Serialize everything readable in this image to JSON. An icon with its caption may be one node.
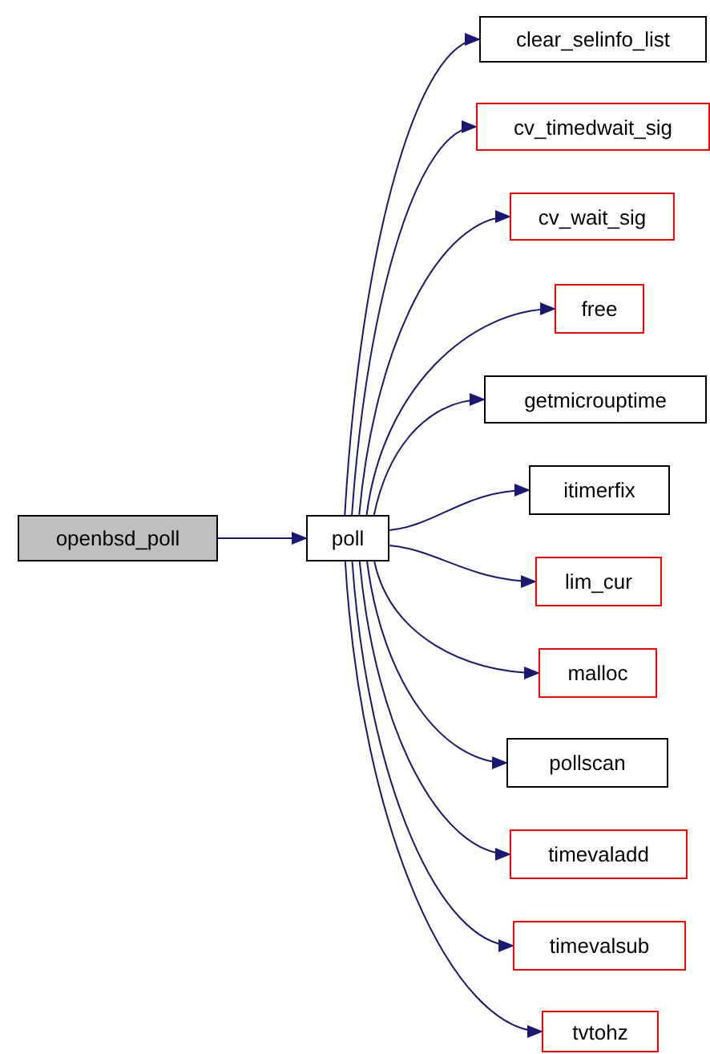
{
  "diagram": {
    "nodes": [
      {
        "text": [
          "openbsd_poll"
        ]
      },
      {
        "text": [
          "poll"
        ]
      },
      {
        "text": [
          "clear_selinfo_list"
        ]
      },
      {
        "text": [
          "cv_timedwait_sig"
        ]
      },
      {
        "text": [
          "cv_wait_sig"
        ]
      },
      {
        "text": [
          "free"
        ]
      },
      {
        "text": [
          "getmicrouptime"
        ]
      },
      {
        "text": [
          "itimerfix"
        ]
      },
      {
        "text": [
          "lim_cur"
        ]
      },
      {
        "text": [
          "malloc"
        ]
      },
      {
        "text": [
          "pollscan"
        ]
      },
      {
        "text": [
          "timevaladd"
        ]
      },
      {
        "text": [
          "timevalsub"
        ]
      },
      {
        "text": [
          "tvtohz"
        ]
      }
    ],
    "edges": [
      {
        "from": 0,
        "to": 1,
        "arrow": "to"
      },
      {
        "from": 1,
        "to": 2,
        "arrow": "to"
      },
      {
        "from": 1,
        "to": 3,
        "arrow": "to"
      },
      {
        "from": 1,
        "to": 4,
        "arrow": "to"
      },
      {
        "from": 1,
        "to": 5,
        "arrow": "to"
      },
      {
        "from": 1,
        "to": 6,
        "arrow": "to"
      },
      {
        "from": 1,
        "to": 7,
        "arrow": "to"
      },
      {
        "from": 1,
        "to": 8,
        "arrow": "to"
      },
      {
        "from": 1,
        "to": 9,
        "arrow": "to"
      },
      {
        "from": 1,
        "to": 10,
        "arrow": "to"
      },
      {
        "from": 1,
        "to": 11,
        "arrow": "to"
      },
      {
        "from": 1,
        "to": 12,
        "arrow": "to"
      },
      {
        "from": 1,
        "to": 13,
        "arrow": "to"
      }
    ]
  }
}
